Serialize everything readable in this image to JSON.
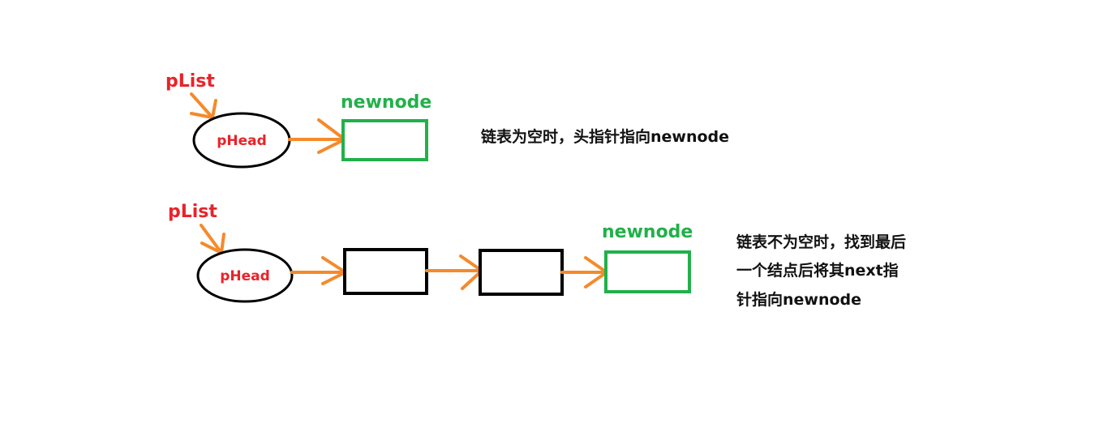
{
  "colors": {
    "arrow": "#f58a2a",
    "outline": "#000000",
    "newnode": "#22b04a",
    "pointer_label": "#e8232a",
    "newnode_label": "#22b04a",
    "note_text": "#111111"
  },
  "empty_case": {
    "plist_label": "pList",
    "head_label": "pHead",
    "newnode_label": "newnode",
    "note": "链表为空时，头指针指向newnode"
  },
  "nonempty_case": {
    "plist_label": "pList",
    "head_label": "pHead",
    "newnode_label": "newnode",
    "note_lines": [
      "链表不为空时，找到最后",
      "一个结点后将其next指",
      "针指向newnode"
    ]
  }
}
